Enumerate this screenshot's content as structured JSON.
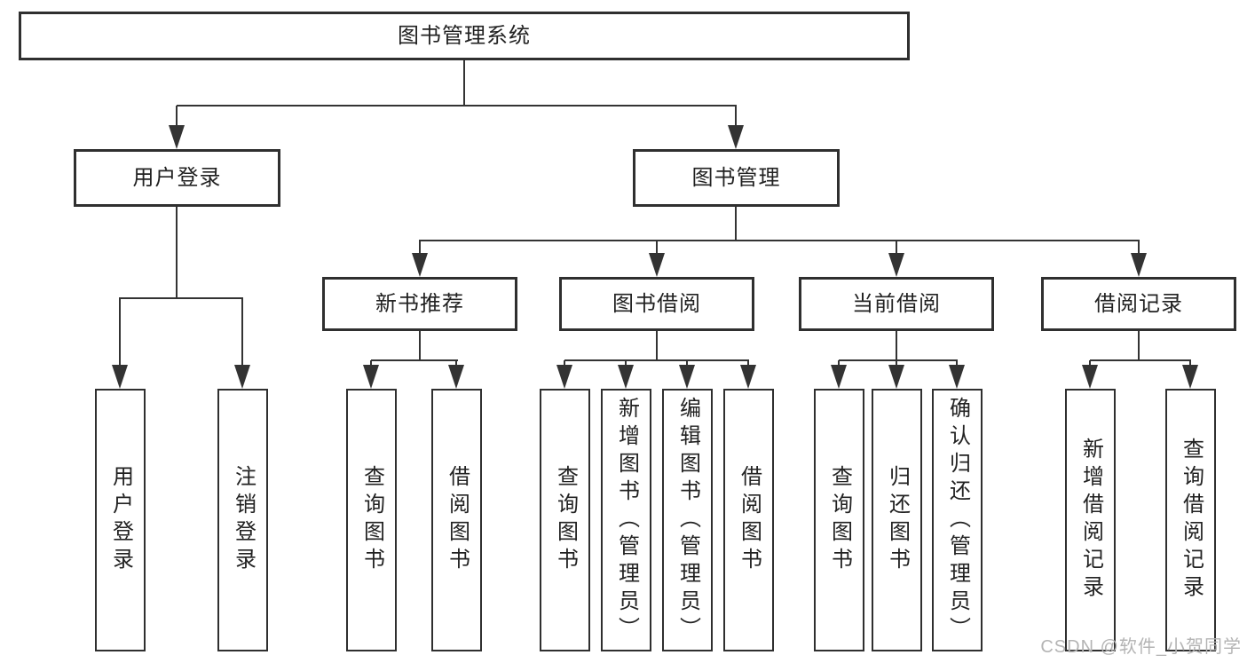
{
  "tree": {
    "root": "图书管理系统",
    "level2": [
      {
        "label": "用户登录"
      },
      {
        "label": "图书管理"
      }
    ],
    "level3": [
      {
        "label": "新书推荐"
      },
      {
        "label": "图书借阅"
      },
      {
        "label": "当前借阅"
      },
      {
        "label": "借阅记录"
      }
    ],
    "leaves": {
      "login": [
        "用户登录",
        "注销登录"
      ],
      "newbook": [
        "查询图书",
        "借阅图书"
      ],
      "borrow": [
        "查询图书",
        "新增图书（管理员）",
        "编辑图书（管理员）",
        "借阅图书"
      ],
      "current": [
        "查询图书",
        "归还图书",
        "确认归还（管理员）"
      ],
      "records": [
        "新增借阅记录",
        "查询借阅记录"
      ]
    }
  },
  "watermark": {
    "text": "CSDN @软件_小贺同学",
    "color": "#b4b4b4"
  },
  "colors": {
    "line": "#333333",
    "border": "#2f2f2f",
    "text": "#222222",
    "background": "#ffffff"
  }
}
